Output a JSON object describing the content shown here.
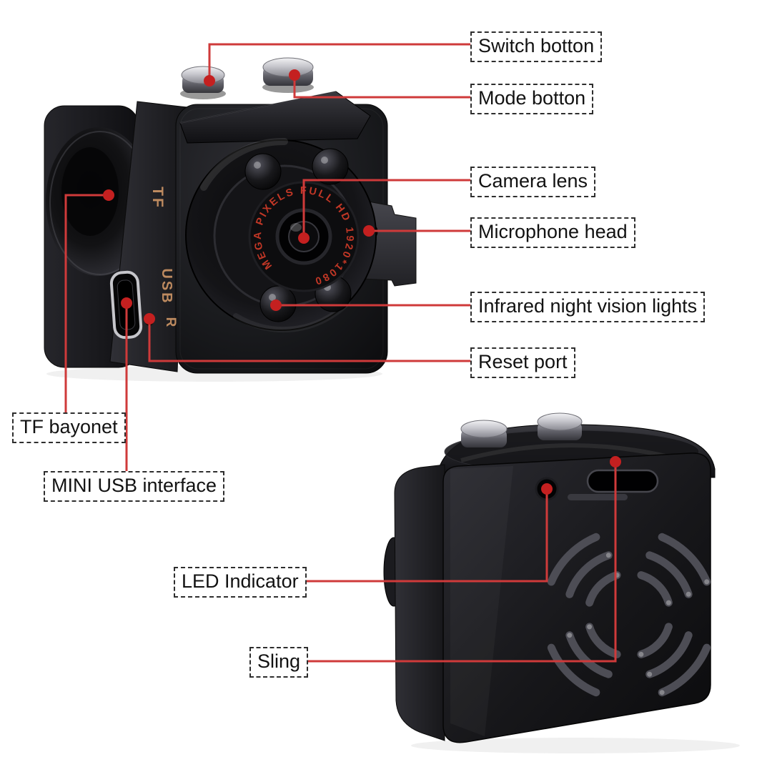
{
  "colors": {
    "background": "#ffffff",
    "leader_line": "#cf3a3a",
    "marker_dot": "#c42020",
    "lens_text": "#c13726",
    "engraving_text": "#bd8a5f"
  },
  "callouts": {
    "switch_button": "Switch botton",
    "mode_button": "Mode botton",
    "camera_lens": "Camera lens",
    "microphone_head": "Microphone head",
    "infrared_lights": "Infrared night vision lights",
    "reset_port": "Reset port",
    "tf_bayonet": "TF bayonet",
    "mini_usb": "MINI USB interface",
    "led_indicator": "LED Indicator",
    "sling": "Sling"
  },
  "markings": {
    "lens_ring": "MEGA PIXELS FULL HD 1920*1080",
    "tf_slot": "TF",
    "usb_port": "USB",
    "reset": "R"
  }
}
